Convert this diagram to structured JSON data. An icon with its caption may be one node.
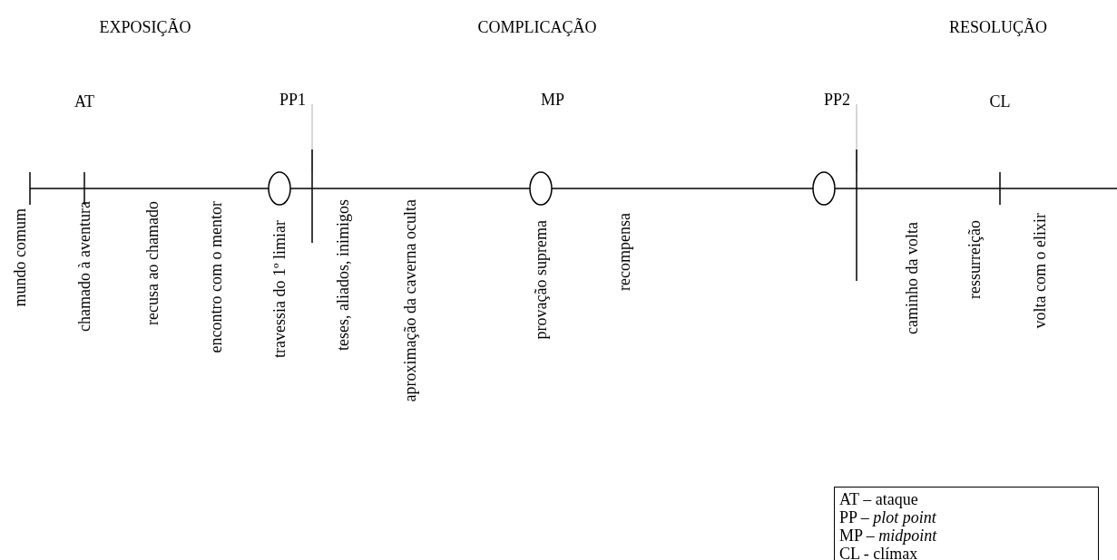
{
  "diagram": {
    "nodes": [
      {
        "text": [
          "PP1"
        ],
        "beside": [
          "travessia do 1º limiar"
        ]
      },
      {
        "text": [
          "MP"
        ],
        "beside": [
          "provação suprema"
        ]
      },
      {
        "text": [
          "PP2"
        ]
      },
      {
        "text": [
          "AT – ataque",
          "PP – *plot point*",
          "MP – *midpoint*",
          "CL - clímax"
        ]
      }
    ],
    "labels": [
      "EXPOSIÇÃO",
      "COMPLICAÇÃO",
      "RESOLUÇÃO",
      "AT",
      "CL",
      "mundo comum",
      "chamado à aventura",
      "recusa ao chamado",
      "encontro com o mentor",
      "teses, aliados, inimigos",
      "aproximação da caverna oculta",
      "recompensa",
      "caminho da volta",
      "ressurreição",
      "volta com o elixir"
    ]
  }
}
